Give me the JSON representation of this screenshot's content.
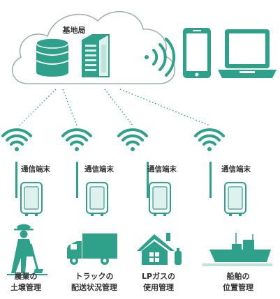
{
  "base_station": {
    "label": "基地局"
  },
  "terminals": [
    {
      "label": "通信端末"
    },
    {
      "label": "通信端末"
    },
    {
      "label": "通信端末"
    },
    {
      "label": "通信端末"
    }
  ],
  "use_cases": [
    {
      "line1": "農業の",
      "line2": "土壌管理",
      "icon": "farmer-icon"
    },
    {
      "line1": "トラックの",
      "line2": "配送状況管理",
      "icon": "truck-icon"
    },
    {
      "line1": "LPガスの",
      "line2": "使用管理",
      "icon": "house-gas-icon"
    },
    {
      "line1": "船舶の",
      "line2": "位置管理",
      "icon": "ship-icon"
    }
  ],
  "colors": {
    "accent": "#2fa08a",
    "cloud_stroke": "#9fb3ac",
    "server_fill": "#dff1ec",
    "line": "#2fa08a",
    "text": "#333333"
  }
}
